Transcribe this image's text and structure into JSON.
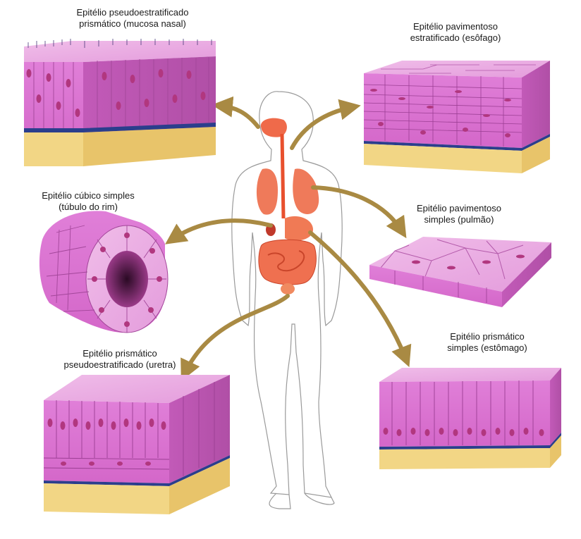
{
  "labels": {
    "pseudo_nasal": {
      "line1": "Epitélio pseudoestratificado",
      "line2": "prismático (mucosa nasal)"
    },
    "pav_estrat": {
      "line1": "Epitélio pavimentoso",
      "line2": "estratificado (esôfago)"
    },
    "cubico": {
      "line1": "Epitélio cúbico simples",
      "line2": "(túbulo do rim)"
    },
    "pav_simples": {
      "line1": "Epitélio pavimentoso",
      "line2": "simples (pulmão)"
    },
    "prism_simples": {
      "line1": "Epitélio prismático",
      "line2": "simples (estômago)"
    },
    "pseudo_uretra": {
      "line1": "Epitélio prismático",
      "line2": "pseudoestratificado (uretra)"
    }
  },
  "colors": {
    "tissue_top": "#e9a6e0",
    "tissue_front": "#d96fd0",
    "tissue_side": "#c85ac0",
    "nucleus": "#b1377f",
    "basement": "#2b3e8c",
    "connective": "#f2d685",
    "arrow": "#a98a43",
    "organ": "#ef6a4a"
  }
}
